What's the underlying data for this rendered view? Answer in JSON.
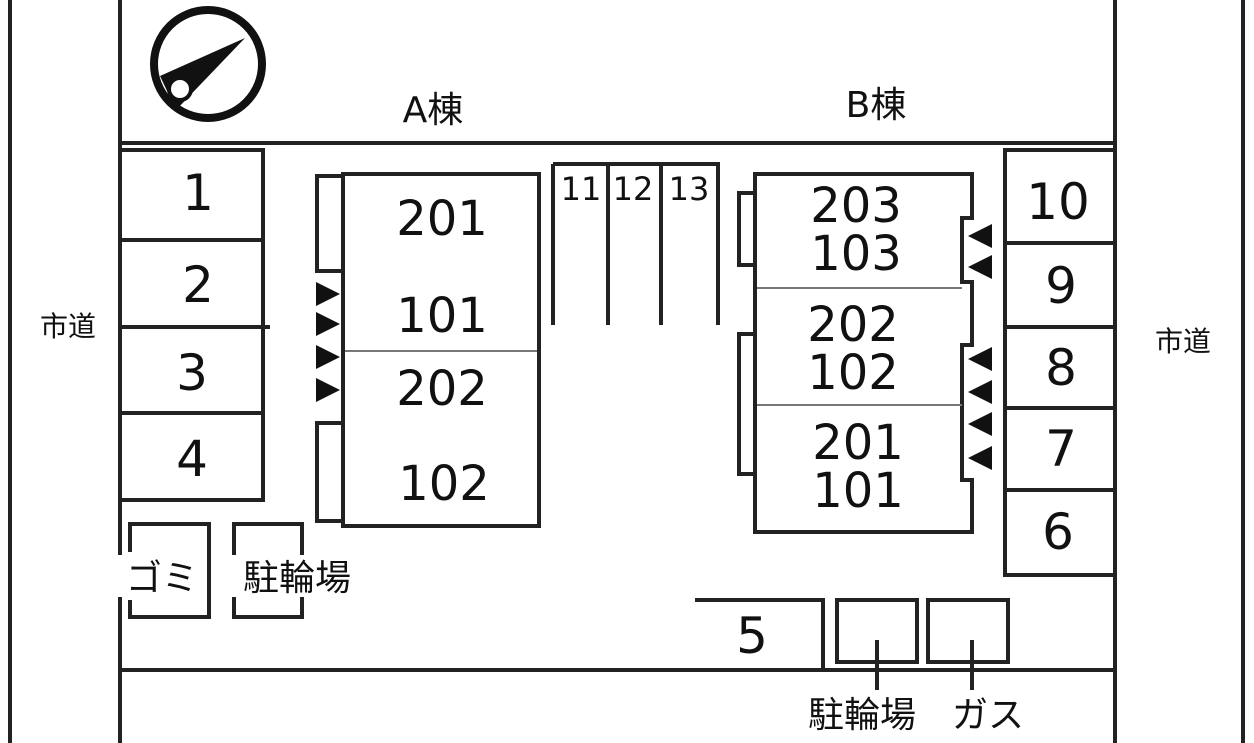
{
  "roads": {
    "left": "市道",
    "right": "市道"
  },
  "buildings": {
    "a": {
      "name": "A棟",
      "rooms": [
        "201",
        "101",
        "202",
        "102"
      ]
    },
    "b": {
      "name": "B棟",
      "rooms": [
        "203",
        "103",
        "202",
        "102",
        "201",
        "101"
      ]
    }
  },
  "parking_left": [
    "1",
    "2",
    "3",
    "4"
  ],
  "parking_right": [
    "10",
    "9",
    "8",
    "7",
    "6"
  ],
  "parking_bottom": "5",
  "parking_top": [
    "11",
    "12",
    "13"
  ],
  "facilities": {
    "garbage": "ゴミ",
    "bike_left": "駐輪場",
    "bike_bottom": "駐輪場",
    "gas": "ガス"
  },
  "icons": {
    "compass": "north-arrow-icon",
    "entrance": "entrance-triangle-icon"
  },
  "colors": {
    "line": "#222222",
    "background": "#ffffff"
  }
}
